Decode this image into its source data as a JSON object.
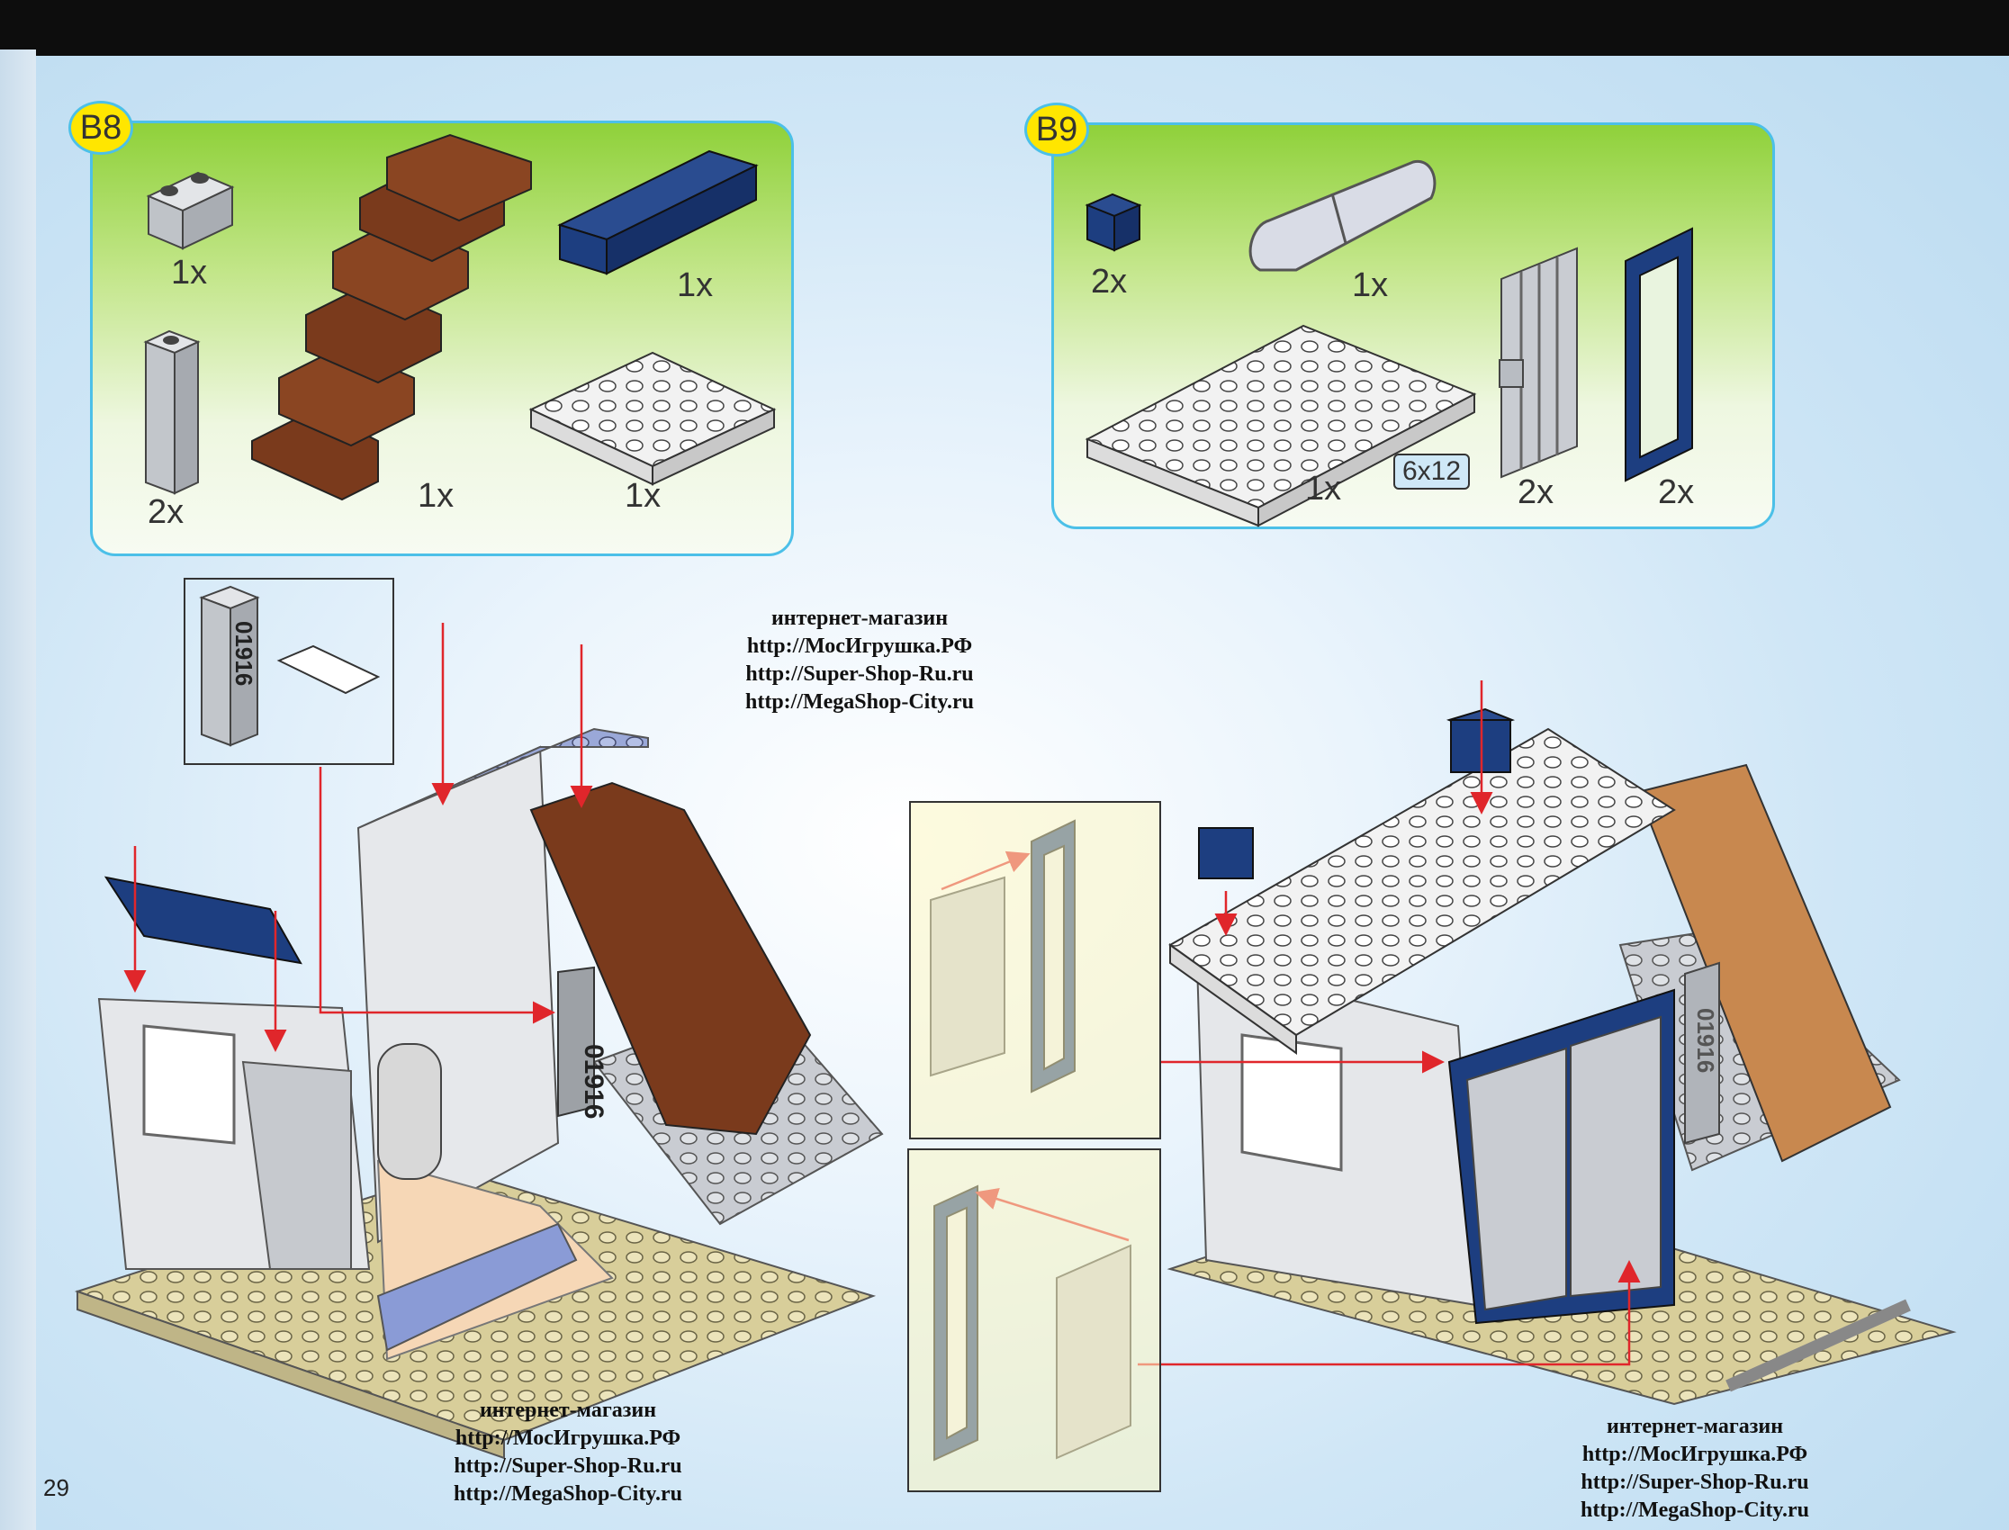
{
  "page_number": "29",
  "steps": {
    "b8": {
      "label": "B8",
      "parts": [
        {
          "name": "light-gray-brick-1x2",
          "qty": "1x"
        },
        {
          "name": "light-gray-brick-1x1x3",
          "qty": "2x"
        },
        {
          "name": "brown-staircase",
          "qty": "1x"
        },
        {
          "name": "dark-blue-brick-1x6",
          "qty": "1x"
        },
        {
          "name": "white-plate-4x4",
          "qty": "1x"
        }
      ]
    },
    "b9": {
      "label": "B9",
      "parts": [
        {
          "name": "dark-blue-brick-1x1",
          "qty": "2x"
        },
        {
          "name": "gray-fence",
          "qty": "1x"
        },
        {
          "name": "white-plate-6x12",
          "qty": "1x",
          "size_tag": "6x12"
        },
        {
          "name": "gray-bar-door",
          "qty": "2x"
        },
        {
          "name": "dark-blue-door-frame",
          "qty": "2x"
        }
      ]
    }
  },
  "sticker_number": "01916",
  "shop_notes": [
    {
      "lines": [
        "интернет-магазин",
        "http://МосИгрушка.РФ",
        "http://Super-Shop-Ru.ru",
        "http://MegaShop-City.ru"
      ]
    },
    {
      "lines": [
        "интернет-магазин",
        "http://МосИгрушка.РФ",
        "http://Super-Shop-Ru.ru",
        "http://MegaShop-City.ru"
      ]
    },
    {
      "lines": [
        "интернет-магазин",
        "http://МосИгрушка.РФ",
        "http://Super-Shop-Ru.ru",
        "http://MegaShop-City.ru"
      ]
    }
  ],
  "colors": {
    "panel_border": "#4cc0e8",
    "badge": "#ffe600",
    "dark_blue": "#1d3e80",
    "brown": "#7a3a1c",
    "light_gray": "#cfd3d8",
    "tan": "#d9cf9c",
    "arrow": "#e0262b"
  }
}
